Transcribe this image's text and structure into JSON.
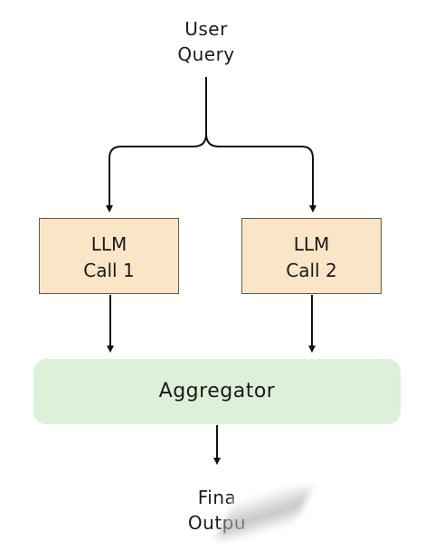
{
  "diagram": {
    "input": {
      "line1": "User",
      "line2": "Query"
    },
    "calls": [
      {
        "line1": "LLM",
        "line2": "Call 1"
      },
      {
        "line1": "LLM",
        "line2": "Call 2"
      }
    ],
    "aggregator": {
      "label": "Aggregator"
    },
    "output": {
      "line1": "Fina",
      "line2": "Outpu"
    },
    "colors": {
      "llm_fill": "#fae6c7",
      "llm_border": "#6b5a44",
      "aggregator_fill": "#dcf1d8",
      "arrow": "#111111"
    }
  }
}
